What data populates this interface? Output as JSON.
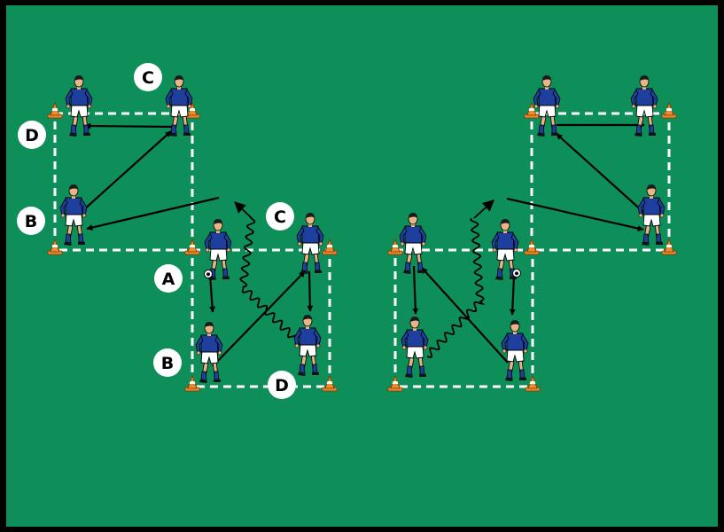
{
  "diagram": {
    "colors": {
      "pitch": "#0e8f5a",
      "border": "#000000",
      "boundary": "#ffffff",
      "shirt": "#1f3f9f",
      "shorts": "#ffffff",
      "skin": "#e9b486",
      "hair": "#1b1b1b",
      "cone": "#f08a2a",
      "pass_arrow": "#000000",
      "run_line": "#000000"
    },
    "labels": [
      {
        "id": "label-c-1",
        "text": "C"
      },
      {
        "id": "label-d-1",
        "text": "D"
      },
      {
        "id": "label-b-1",
        "text": "B"
      },
      {
        "id": "label-c-2",
        "text": "C"
      },
      {
        "id": "label-a-2",
        "text": "A"
      },
      {
        "id": "label-b-2",
        "text": "B"
      },
      {
        "id": "label-d-2",
        "text": "D"
      }
    ],
    "icons": {
      "player": "player-icon",
      "cone": "cone-icon",
      "ball": "ball-icon",
      "pass": "pass-arrow",
      "run": "run-path"
    }
  }
}
